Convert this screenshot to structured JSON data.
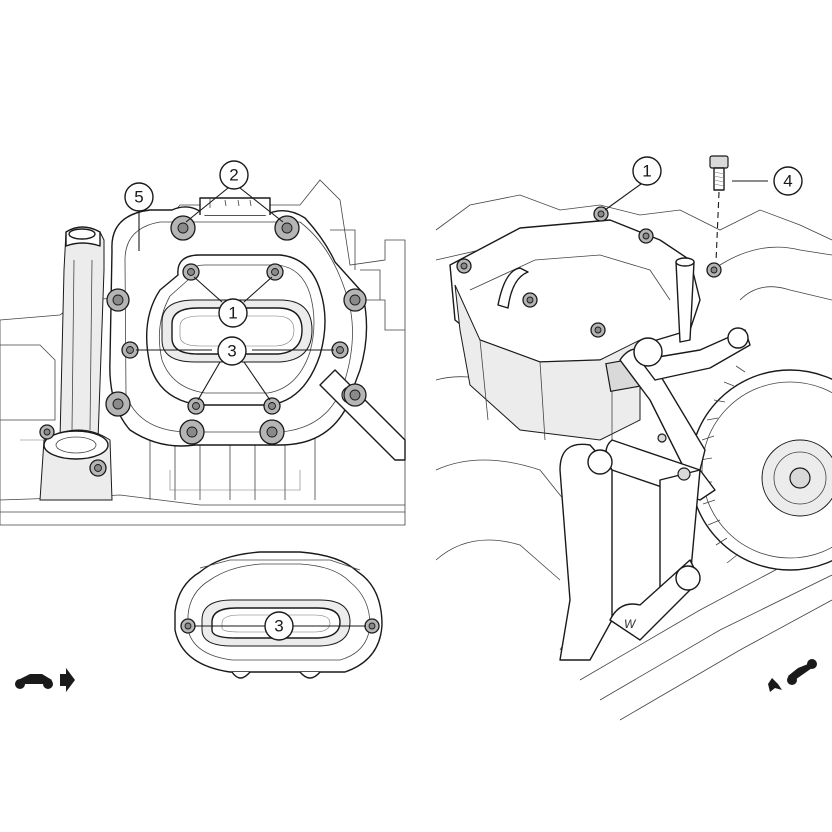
{
  "callouts": {
    "left_1": "1",
    "left_2": "2",
    "left_3": "3",
    "left_5": "5",
    "inset_3": "3",
    "right_1": "1",
    "right_4": "4"
  },
  "marks": {
    "cover_stamp": "W"
  },
  "icons": {
    "left_direction": "motorcycle-forward-arrow-icon",
    "right_direction": "motorcycle-rearward-arrow-icon"
  }
}
